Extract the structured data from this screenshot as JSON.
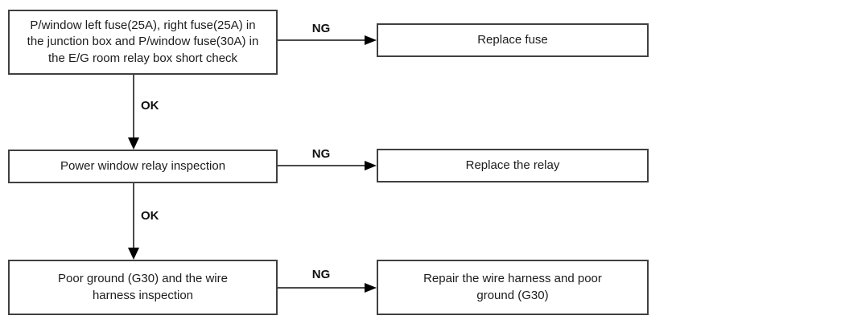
{
  "flowchart": {
    "steps": [
      {
        "id": "step-1",
        "label": "P/window left fuse(25A), right fuse(25A) in\nthe junction box and P/window fuse(30A) in\nthe E/G room relay box short check"
      },
      {
        "id": "step-2",
        "label": "Power window relay inspection"
      },
      {
        "id": "step-3",
        "label": "Poor ground (G30) and the wire\nharness inspection"
      }
    ],
    "actions": [
      {
        "id": "action-1",
        "label": "Replace fuse"
      },
      {
        "id": "action-2",
        "label": "Replace the relay"
      },
      {
        "id": "action-3",
        "label": "Repair the wire harness and poor\nground (G30)"
      }
    ],
    "connectors": [
      {
        "from": "step-1",
        "to": "action-1",
        "label": "NG"
      },
      {
        "from": "step-1",
        "to": "step-2",
        "label": "OK"
      },
      {
        "from": "step-2",
        "to": "action-2",
        "label": "NG"
      },
      {
        "from": "step-2",
        "to": "step-3",
        "label": "OK"
      },
      {
        "from": "step-3",
        "to": "action-3",
        "label": "NG"
      }
    ]
  },
  "colors": {
    "background": "#ffffff",
    "box_fill": "#ffffff",
    "box_border": "#404040",
    "line": "#4a4a4a",
    "text": "#1c1c1c"
  }
}
